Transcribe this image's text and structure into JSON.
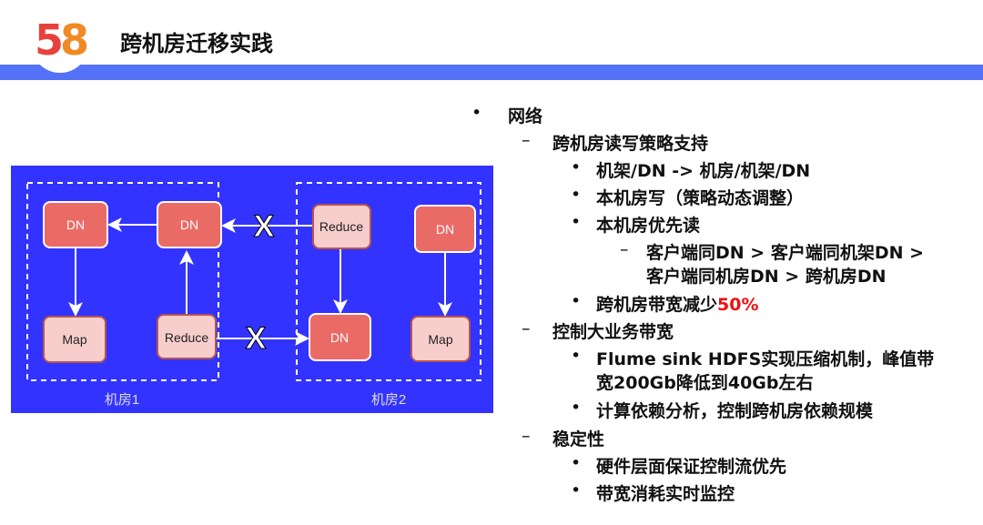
{
  "header": {
    "logo_text": "58",
    "title": "跨机房迁移实践"
  },
  "diagram": {
    "nodes": {
      "dn_a": "DN",
      "dn_b": "DN",
      "reduce_c": "Reduce",
      "dn_d": "DN",
      "map_a": "Map",
      "reduce_b": "Reduce",
      "dn_c": "DN",
      "map_d": "Map"
    },
    "blocked_marker": "X",
    "room1_label": "机房1",
    "room2_label": "机房2",
    "colors": {
      "background": "#3333ff",
      "dn": "#ea6b66",
      "light": "#f8cecc"
    }
  },
  "content": {
    "l1_network": "网络",
    "l2_strategy": "跨机房读写策略支持",
    "l3_rack": "机架/DN  -> 机房/机架/DN",
    "l3_write": "本机房写（策略动态调整）",
    "l3_read": "本机房优先读",
    "l4_order_1": "客户端同DN > 客户端同机架DN  >",
    "l4_order_2": "客户端同机房DN > 跨机房DN",
    "l3_bandwidth_prefix": "跨机房带宽减少",
    "l3_bandwidth_value": "50%",
    "l2_control": "控制大业务带宽",
    "l3_flume_1": "Flume sink HDFS实现压缩机制，峰值带",
    "l3_flume_2": "宽200Gb降低到40Gb左右",
    "l3_dependency": "计算依赖分析，控制跨机房依赖规模",
    "l2_stability": "稳定性",
    "l3_hardware": "硬件层面保证控制流优先",
    "l3_monitor": "带宽消耗实时监控"
  }
}
